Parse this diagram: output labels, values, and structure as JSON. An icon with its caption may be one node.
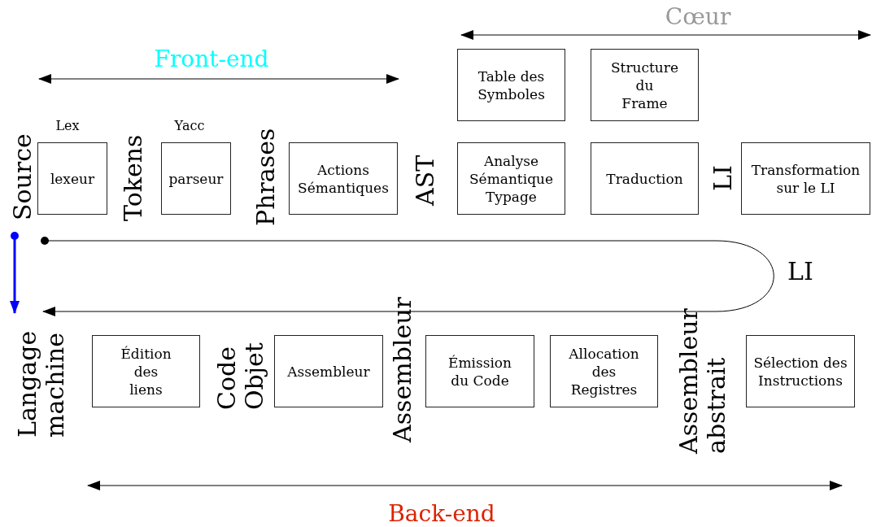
{
  "diagram": {
    "nodes": [
      {
        "text": [
          "Table des Symboles"
        ]
      },
      {
        "text": [
          "Structure du Frame"
        ]
      },
      {
        "text": [
          "Source"
        ]
      },
      {
        "text": [
          "lexeur"
        ],
        "beside": [
          "Lex"
        ]
      },
      {
        "text": [
          "parseur"
        ],
        "beside": [
          "Yacc"
        ]
      },
      {
        "text": [
          "Actions Sémantiques"
        ]
      },
      {
        "text": [
          "Analyse Sémantique Typage"
        ]
      },
      {
        "text": [
          "Traduction"
        ]
      },
      {
        "text": [
          "Transformation sur le LI"
        ]
      },
      {
        "text": [
          "Langage machine"
        ]
      },
      {
        "text": [
          "Édition des liens"
        ]
      },
      {
        "text": [
          "Assembleur"
        ]
      },
      {
        "text": [
          "Émission du Code"
        ]
      },
      {
        "text": [
          "Allocation des Registres"
        ]
      },
      {
        "text": [
          "Sélection des Instructions"
        ]
      }
    ],
    "edges": [
      {
        "from": 2,
        "to": 9,
        "arrow": "to",
        "style": "thick",
        "color": "#0000ff"
      },
      {
        "from": 2,
        "to": 9,
        "arrow": "to",
        "label": "LI",
        "color": "#000000"
      }
    ],
    "labels": [
      "Cœur",
      "Front-end",
      "Tokens",
      "Phrases",
      "AST",
      "LI",
      "Code Objet",
      "Assembleur",
      "Assembleur abstrait",
      "Back-end"
    ]
  }
}
